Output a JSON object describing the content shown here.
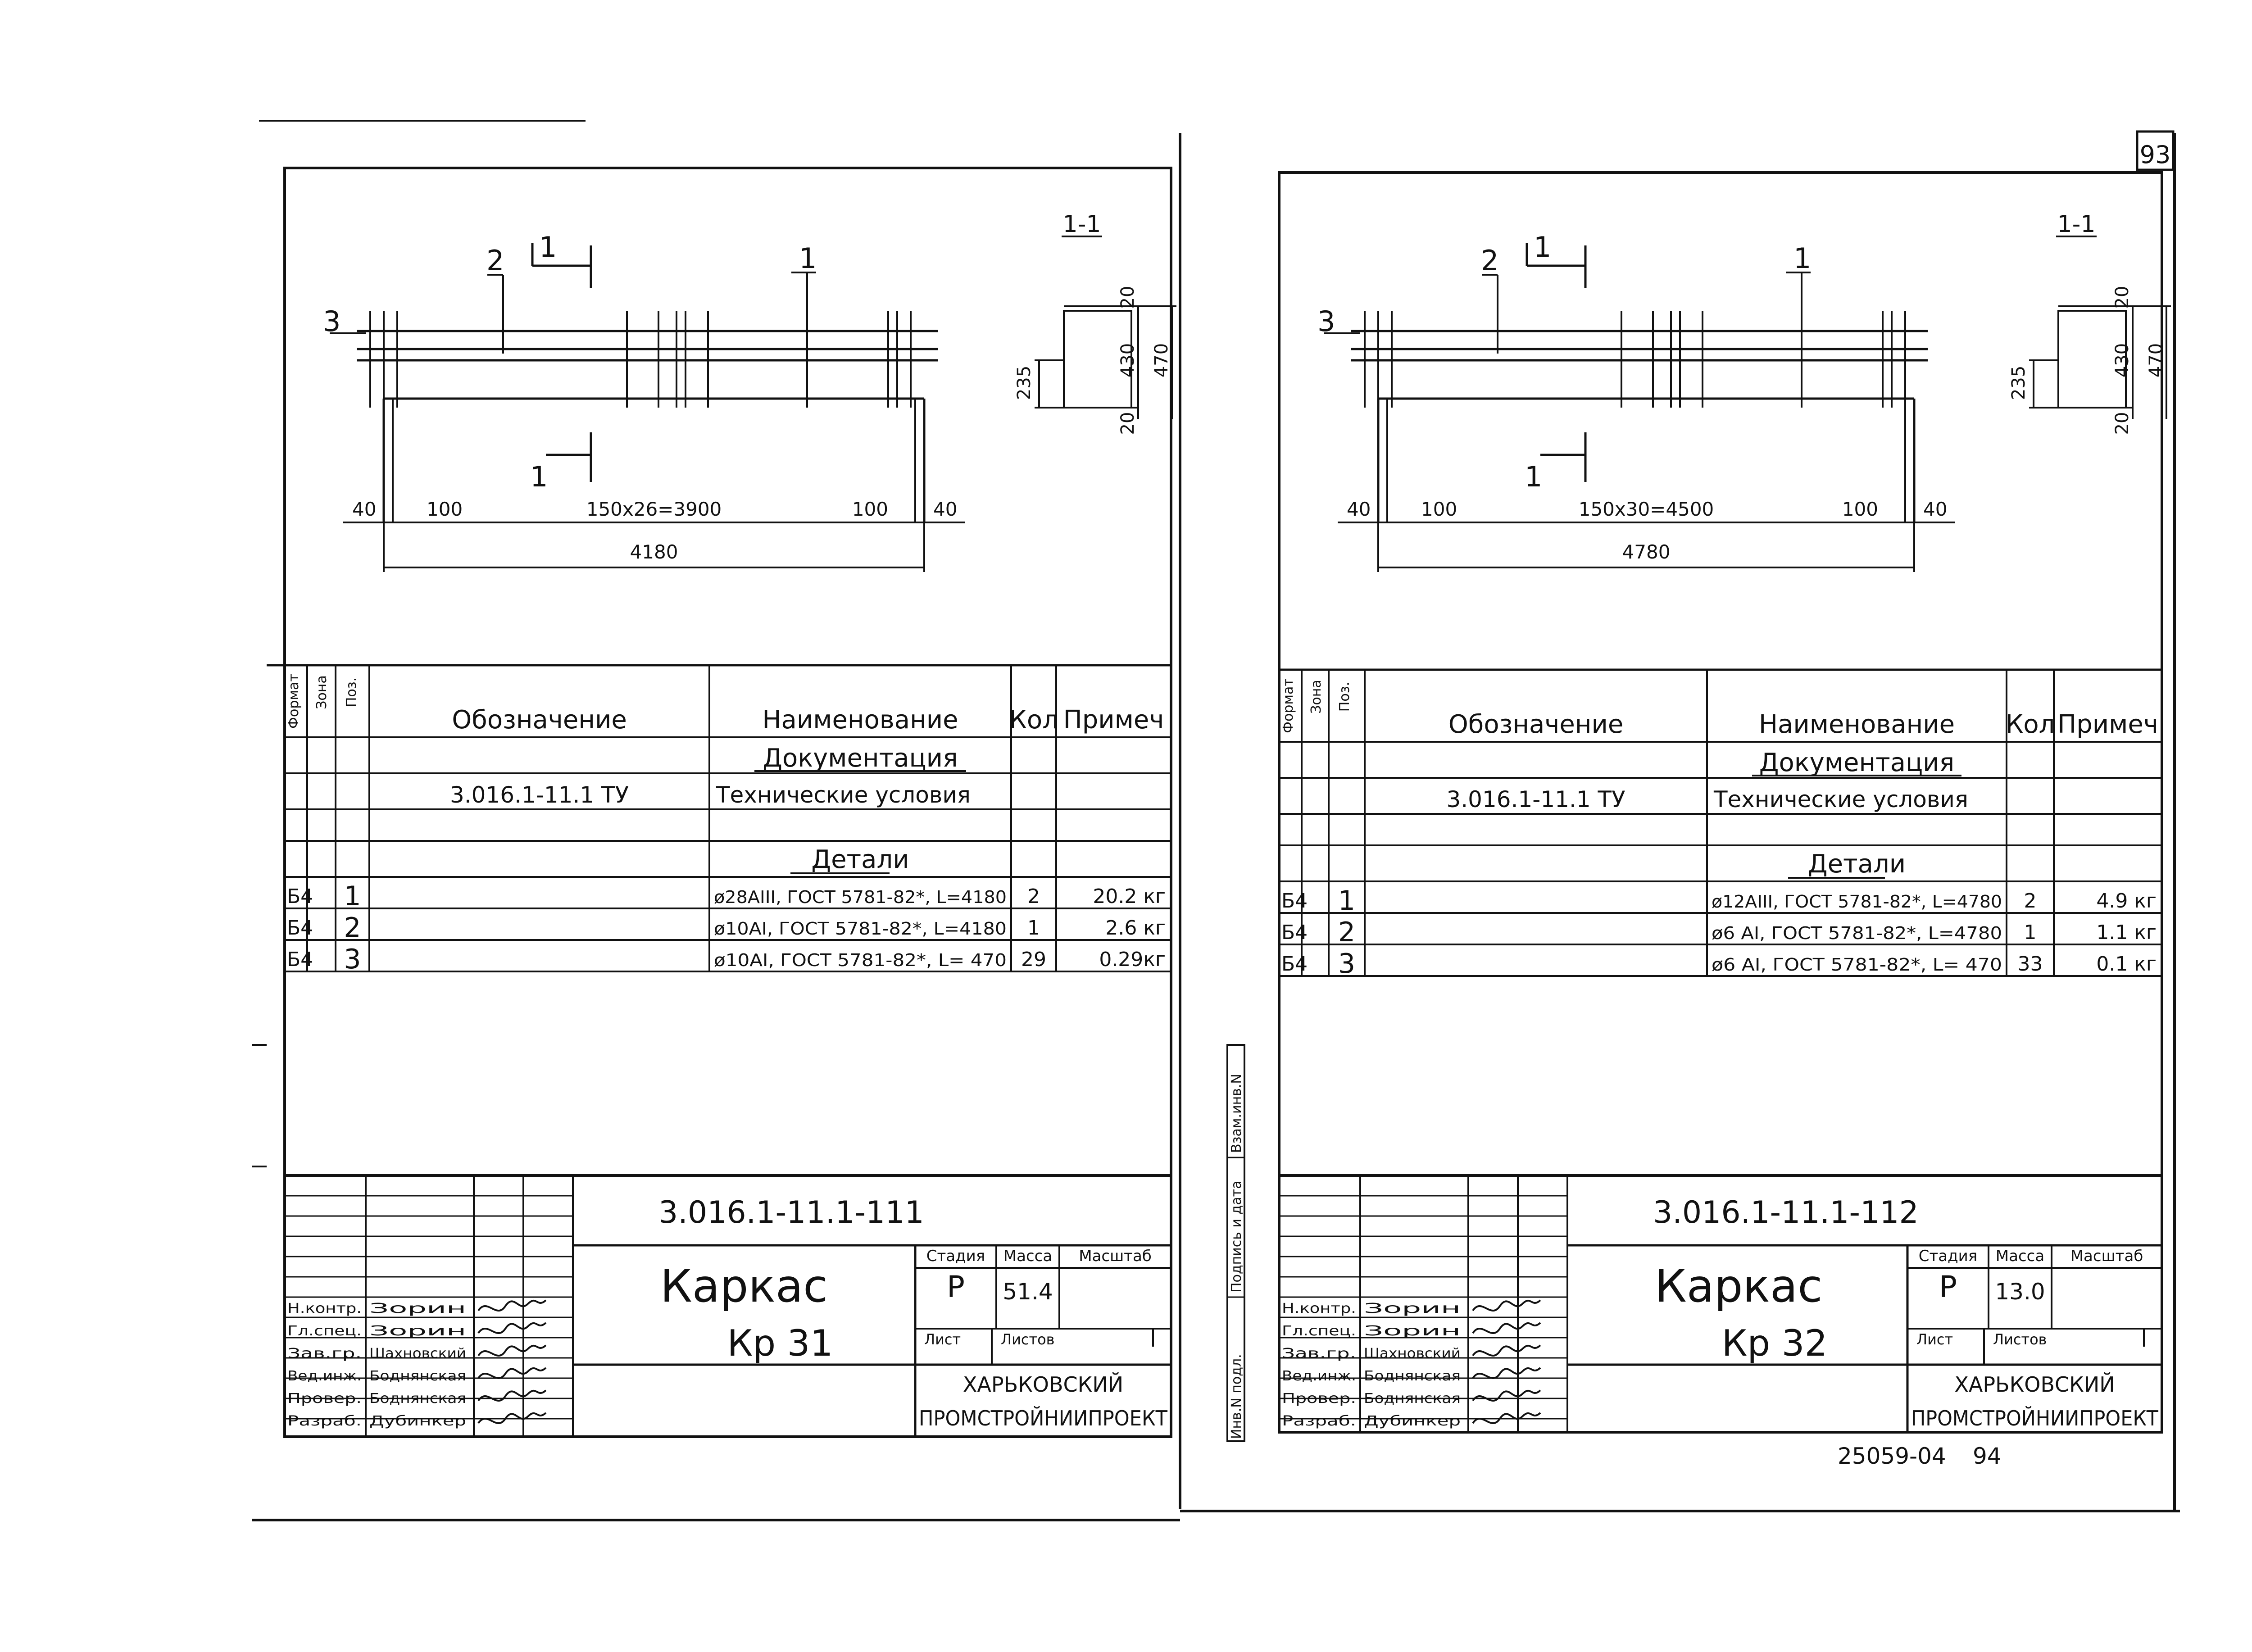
{
  "page_number": "93",
  "footer_code": "25059-04",
  "footer_page": "94",
  "side_stamp": [
    "Инв.N подл.",
    "Подпись и дата",
    "Взам.инв.N"
  ],
  "spec_headers": {
    "format": "Формат",
    "zone": "Зона",
    "pos": "Поз.",
    "designation": "Обозначение",
    "name": "Наименование",
    "qty": "Кол",
    "note": "Примеч"
  },
  "title_block_labels": {
    "stage": "Стадия",
    "mass": "Масса",
    "scale": "Масштаб",
    "sheet": "Лист",
    "sheets": "Листов",
    "org_line1": "ХАРЬКОВСКИЙ",
    "org_line2": "ПРОМСТРОЙНИИПРОЕКТ"
  },
  "signature_roles": [
    {
      "role": "Н.контр.",
      "name": "Зорин"
    },
    {
      "role": "Гл.спец.",
      "name": "Зорин"
    },
    {
      "role": "Зав.гр.",
      "name": "Шахновский"
    },
    {
      "role": "Вед.инж.",
      "name": "Боднянская"
    },
    {
      "role": "Провер.",
      "name": "Боднянская"
    },
    {
      "role": "Разраб.",
      "name": "Дубинкер"
    }
  ],
  "sheets": [
    {
      "section_title": "1-1",
      "callouts": {
        "p1": "1",
        "p2": "2",
        "p3": "3",
        "cut_top": "1",
        "cut_bottom": "1"
      },
      "dims": {
        "left_end": "40",
        "left_off": "100",
        "span": "150х26=3900",
        "right_off": "100",
        "right_end": "40",
        "total": "4180"
      },
      "section_dims": {
        "top": "20",
        "mid": "430",
        "bottom": "20",
        "total": "470",
        "half": "235"
      },
      "doc_heading": "Документация",
      "doc_ref": {
        "designation": "3.016.1-11.1 ТУ",
        "name": "Технические условия"
      },
      "parts_heading": "Детали",
      "rows": [
        {
          "format": "Б4",
          "pos": "1",
          "name": "ø28АIII, ГОСТ 5781-82*, L=4180",
          "qty": "2",
          "note": "20.2 кг"
        },
        {
          "format": "Б4",
          "pos": "2",
          "name": "ø10АI, ГОСТ 5781-82*, L=4180",
          "qty": "1",
          "note": "2.6 кг"
        },
        {
          "format": "Б4",
          "pos": "3",
          "name": "ø10АI, ГОСТ 5781-82*, L= 470",
          "qty": "29",
          "note": "0.29кг"
        }
      ],
      "doc_code": "3.016.1-11.1-111",
      "title_main": "Каркас",
      "title_sub": "Кр 31",
      "stage": "Р",
      "mass": "51.4"
    },
    {
      "section_title": "1-1",
      "callouts": {
        "p1": "1",
        "p2": "2",
        "p3": "3",
        "cut_top": "1",
        "cut_bottom": "1"
      },
      "dims": {
        "left_end": "40",
        "left_off": "100",
        "span": "150х30=4500",
        "right_off": "100",
        "right_end": "40",
        "total": "4780"
      },
      "section_dims": {
        "top": "20",
        "mid": "430",
        "bottom": "20",
        "total": "470",
        "half": "235"
      },
      "doc_heading": "Документация",
      "doc_ref": {
        "designation": "3.016.1-11.1 ТУ",
        "name": "Технические условия"
      },
      "parts_heading": "Детали",
      "rows": [
        {
          "format": "Б4",
          "pos": "1",
          "name": "ø12АIII, ГОСТ 5781-82*, L=4780",
          "qty": "2",
          "note": "4.9 кг"
        },
        {
          "format": "Б4",
          "pos": "2",
          "name": "ø6 АI, ГОСТ 5781-82*, L=4780",
          "qty": "1",
          "note": "1.1 кг"
        },
        {
          "format": "Б4",
          "pos": "3",
          "name": "ø6 АI, ГОСТ 5781-82*, L= 470",
          "qty": "33",
          "note": "0.1 кг"
        }
      ],
      "doc_code": "3.016.1-11.1-112",
      "title_main": "Каркас",
      "title_sub": "Кр 32",
      "stage": "Р",
      "mass": "13.0"
    }
  ]
}
